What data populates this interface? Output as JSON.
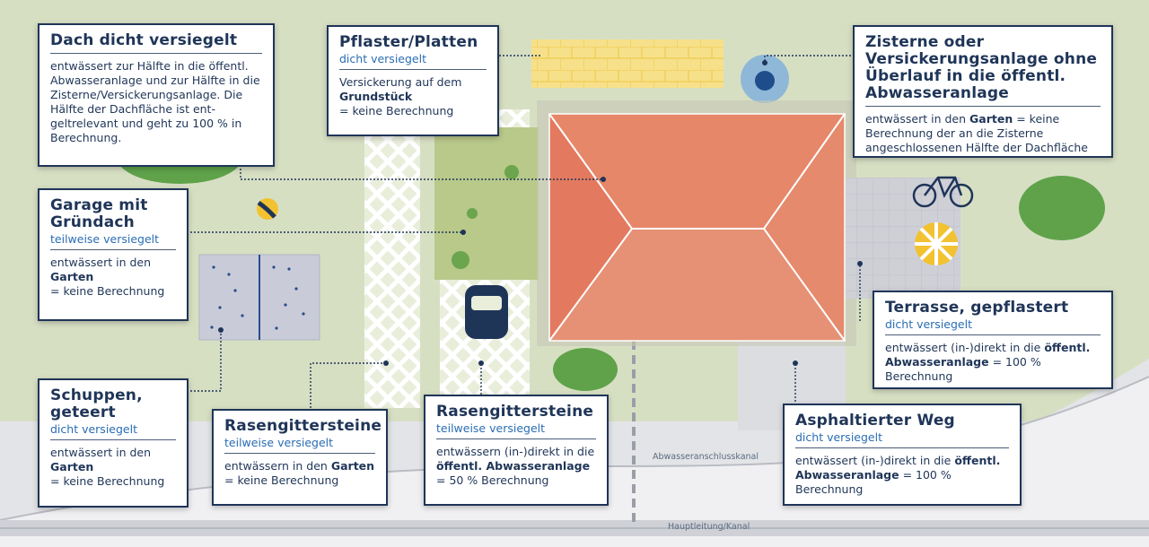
{
  "labels": {
    "dach": {
      "title": "Dach dicht versiegelt",
      "body": "entwässert zur Hälfte in die öffentl. Abwasseranlage und zur Hälfte in die Zisterne/Versickerungsanlage. Die Hälfte der Dachfläche ist ent­geltrelevant und geht zu 100 % in Berechnung."
    },
    "pflaster": {
      "title": "Pflaster/Platten",
      "subtitle": "dicht versiegelt",
      "body_1": "Versickerung auf dem",
      "body_bold": "Grundstück",
      "body_2": "= keine Berechnung"
    },
    "zisterne": {
      "title": "Zisterne oder Versickerungs­anlage ohne Überlauf in die öffentl. Abwasseranlage",
      "body_1": "entwässert in den ",
      "body_bold": "Garten",
      "body_2": " = keine Berech­nung der an die Zisterne angeschlossenen Hälfte der Dachfläche"
    },
    "garage": {
      "title": "Garage mit Gründach",
      "subtitle": "teilweise versiegelt",
      "body_1": "entwässert in den",
      "body_bold": "Garten",
      "body_2": "= keine Berechnung"
    },
    "schuppen": {
      "title": "Schuppen, geteert",
      "subtitle": "dicht versiegelt",
      "body_1": "entwässert in den",
      "body_bold": "Garten",
      "body_2": "= keine Berechnung"
    },
    "rasen1": {
      "title": "Rasengittersteine",
      "subtitle": "teilweise versiegelt",
      "body_1": "entwässern in den ",
      "body_bold": "Garten",
      "body_2": "= keine Berechnung"
    },
    "rasen2": {
      "title": "Rasengittersteine",
      "subtitle": "teilweise versiegelt",
      "body_1": "entwässern (in-)direkt in die",
      "body_bold": "öffentl. Abwasseranlage",
      "body_2": "= 50 % Berechnung"
    },
    "terrasse": {
      "title": "Terrasse, gepflastert",
      "subtitle": "dicht versiegelt",
      "body_1": "entwässert (in-)direkt in die ",
      "body_bold_1": "öffentl.",
      "body_bold_2": "Abwasseranlage",
      "body_2": " = 100 % Berechnung"
    },
    "asphalt": {
      "title": "Asphaltierter Weg",
      "subtitle": "dicht versiegelt",
      "body_1": "entwässert (in-)direkt in die ",
      "body_bold_1": "öffentl.",
      "body_bold_2": "Abwasseranlage",
      "body_2": " = 100 % Berechnung"
    }
  },
  "road_labels": {
    "abwasseranschluss": "Abwasseranschlusskanal",
    "hauptleitung": "Hauptleitung/Kanal"
  },
  "colors": {
    "navy": "#1f3558",
    "accent_blue": "#2a6db3",
    "lawn": "#d8dfc4",
    "roof": "#e5846a",
    "road": "#e4e5e8",
    "paving": "#f7e08a",
    "bush": "#5fa24a"
  }
}
